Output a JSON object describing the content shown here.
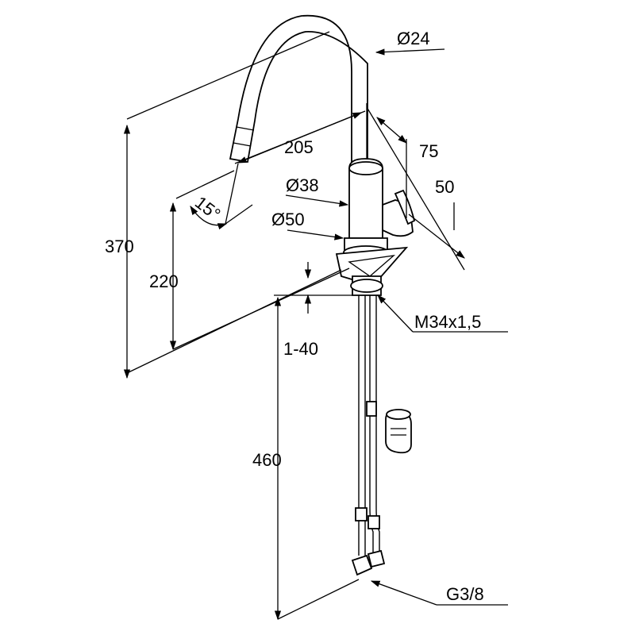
{
  "drawing": {
    "dimensions": {
      "spout_diameter": "Ø24",
      "reach": "205",
      "body_offset": "75",
      "lever_offset": "50",
      "body_diameter": "Ø38",
      "base_diameter": "Ø50",
      "spray_angle": "15°",
      "total_height": "370",
      "outlet_height": "220",
      "thread": "M34x1,5",
      "counter_thickness": "1-40",
      "hose_length": "460",
      "connection": "G3/8"
    }
  }
}
